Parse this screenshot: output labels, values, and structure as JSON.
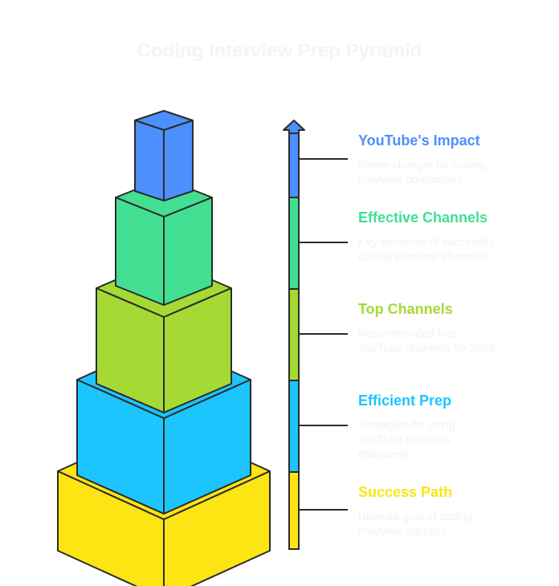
{
  "title": "Coding Interview Prep Pyramid",
  "colors": {
    "outline": "#2b2b2b",
    "description_text": "#f2f2f2",
    "title_text": "#f4f4f4"
  },
  "levels": [
    {
      "heading": "YouTube's Impact",
      "description": "Game-changer for coding interview preparation",
      "color": "#4d8ffd"
    },
    {
      "heading": "Effective Channels",
      "description": "Key elements of successful coding interview channels",
      "color": "#42df93"
    },
    {
      "heading": "Top Channels",
      "description": "Recommended free YouTube channels for 2025",
      "color": "#a5da35"
    },
    {
      "heading": "Efficient Prep",
      "description": "Strategies for using YouTube channels effectively",
      "color": "#1cc5fd"
    },
    {
      "heading": "Success Path",
      "description": "Ultimate goal of coding interview success",
      "color": "#fde513"
    }
  ]
}
